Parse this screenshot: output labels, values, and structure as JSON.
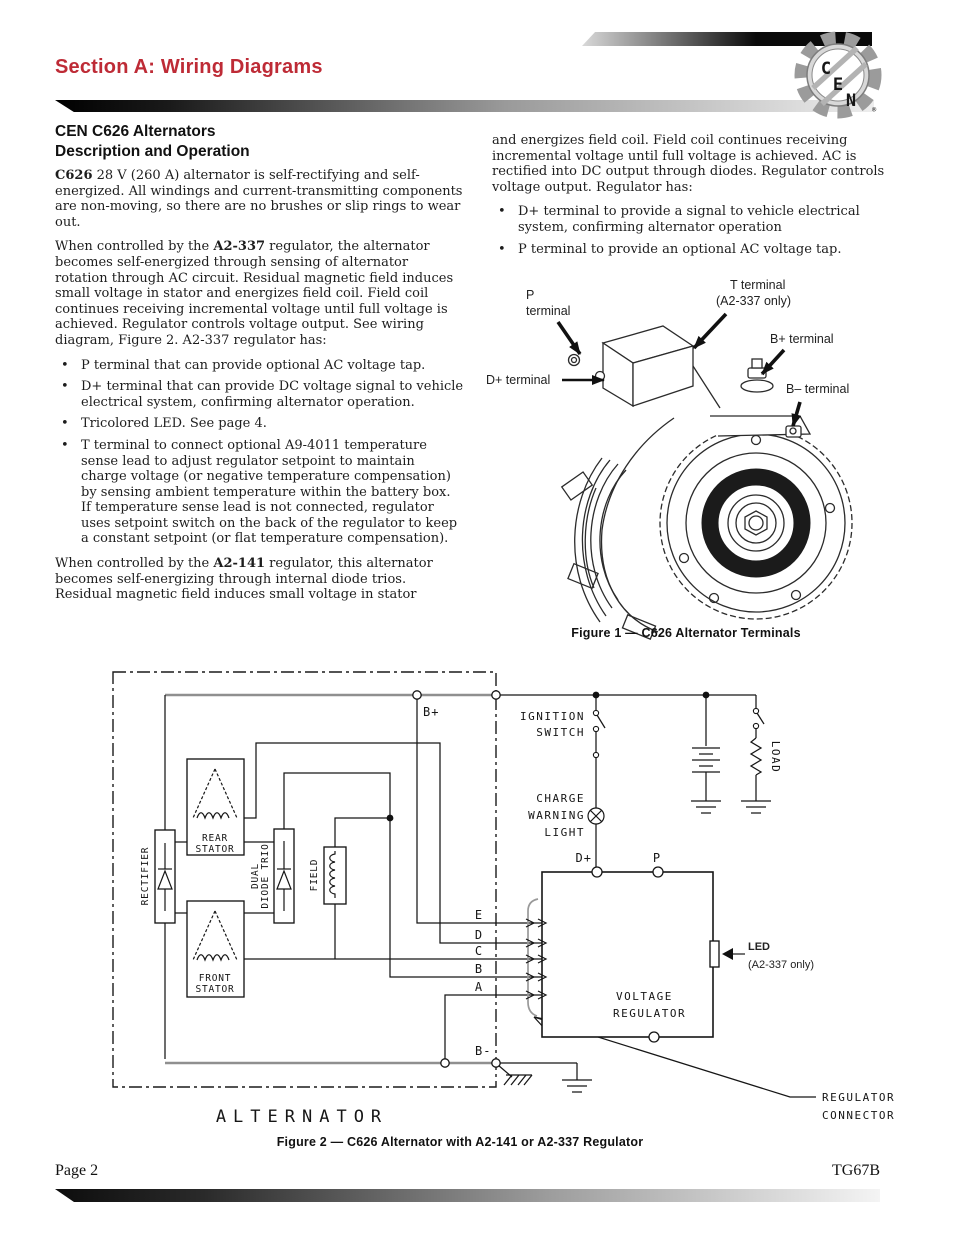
{
  "page": {
    "bullet": "•",
    "footer_left": "Page 2",
    "footer_right": "TG67B"
  },
  "header": {
    "title": "Section A: Wiring Diagrams",
    "logo_letters": [
      "C",
      "E",
      "N"
    ],
    "logo_reg": "®"
  },
  "left_column": {
    "heading1": "CEN C626 Alternators",
    "heading2": "Description and Operation",
    "p1_bold": "C626",
    "p1_rest": " 28 V (260 A) alternator is self-rectifying and self-energized. All windings and current-transmitting components are non-moving, so there are no brushes or slip rings to wear out.",
    "p2_pre": "When controlled by the ",
    "p2_bold": "A2-337",
    "p2_post": " regulator, the alternator becomes self-energized through sensing of alternator rotation through AC circuit. Residual magnetic field induces small voltage in stator and energizes field coil. Field coil continues receiving incremental voltage until full voltage is achieved. Regulator controls voltage output. See wiring diagram, Figure 2. A2-337 regulator has:",
    "bullets": [
      "P terminal that can provide optional AC voltage tap.",
      "D+ terminal that can provide DC voltage signal to vehicle electrical system, confirming alternator operation.",
      "Tricolored LED. See page 4.",
      "T terminal to connect optional A9-4011 temperature sense lead to adjust regulator setpoint to maintain charge voltage (or negative temperature compensation) by sensing ambient temperature within the battery box. If temperature sense lead is not connected, regulator uses setpoint switch on the back of the regulator to keep a constant setpoint (or flat temperature compensation)."
    ],
    "p3_pre": "When controlled by the ",
    "p3_bold": "A2-141",
    "p3_post": " regulator, this alternator becomes self-energizing through internal diode trios. Residual magnetic field induces small voltage in stator"
  },
  "right_column": {
    "p1": "and energizes field coil. Field coil continues receiving incremental voltage until full voltage is achieved. AC is rectified into DC output through diodes. Regulator controls voltage output. Regulator has:",
    "bullets": [
      "D+ terminal to provide a signal to vehicle electrical system, confirming alternator operation",
      "P terminal to provide an optional AC voltage tap."
    ]
  },
  "figure1": {
    "caption": "Figure 1 — C626 Alternator Terminals",
    "label_p_1": "P",
    "label_p_2": "terminal",
    "label_t_1": "T terminal",
    "label_t_2": "(A2-337 only)",
    "label_bplus": "B+ terminal",
    "label_bminus": "B– terminal",
    "label_dplus": "D+ terminal"
  },
  "figure2": {
    "caption": "Figure 2 — C626 Alternator with A2-141 or A2-337 Regulator",
    "alternator": "ALTERNATOR",
    "bplus": "B+",
    "bminus": "B-",
    "rectifier": "RECTIFIER",
    "rear1": "REAR",
    "rear2": "STATOR",
    "front1": "FRONT",
    "front2": "STATOR",
    "dual1": "DUAL",
    "dual2": "DIODE TRIO",
    "field": "FIELD",
    "ign1": "IGNITION",
    "ign2": "SWITCH",
    "chg1": "CHARGE",
    "chg2": "WARNING",
    "chg3": "LIGHT",
    "load": "LOAD",
    "dplus": "D+",
    "p": "P",
    "led1": "LED",
    "led2": "(A2-337 only)",
    "vr1": "VOLTAGE",
    "vr2": "REGULATOR",
    "conn1": "REGULATOR",
    "conn2": "CONNECTOR",
    "pins": [
      "E",
      "D",
      "C",
      "B",
      "A"
    ]
  }
}
